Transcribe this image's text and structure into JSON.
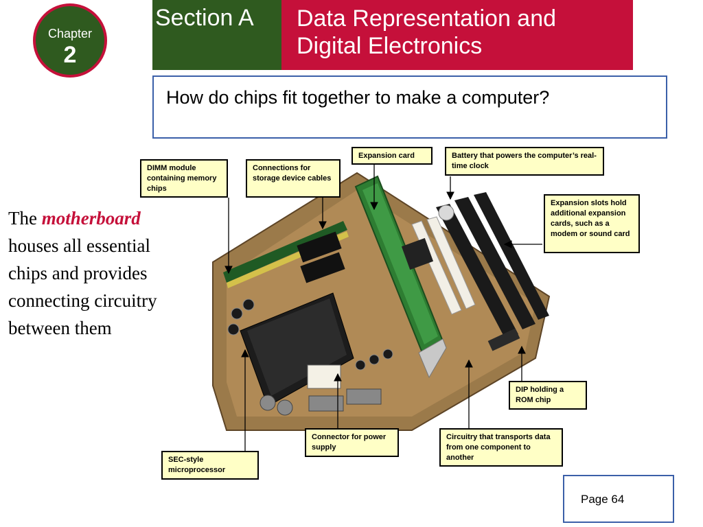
{
  "header": {
    "chapter_label": "Chapter",
    "chapter_number": "2",
    "section": "Section A",
    "title": "Data Representation and Digital Electronics"
  },
  "question": "How do chips fit together to make a computer?",
  "body": {
    "prefix": "The",
    "emphasis": "motherboard",
    "suffix": "houses all essential chips and provides connecting circuitry between them"
  },
  "callouts": {
    "dimm": "DIMM module containing memory chips",
    "connections": "Connections for storage device cables",
    "expansion_card": "Expansion card",
    "battery": "Battery that powers the computer’s real-time clock",
    "expansion_slots": "Expansion slots hold additional expansion cards, such as a modem or sound card",
    "dip": "DIP holding a ROM chip",
    "connector": "Connector for power supply",
    "circuitry": "Circuitry that transports data from one component to another",
    "sec": "SEC-style microprocessor"
  },
  "page": "Page 64",
  "colors": {
    "green": "#2f5a1f",
    "red": "#c5103a",
    "callout_fill": "#ffffc6",
    "border_blue": "#3a5fa8"
  },
  "image": "motherboard-photo"
}
